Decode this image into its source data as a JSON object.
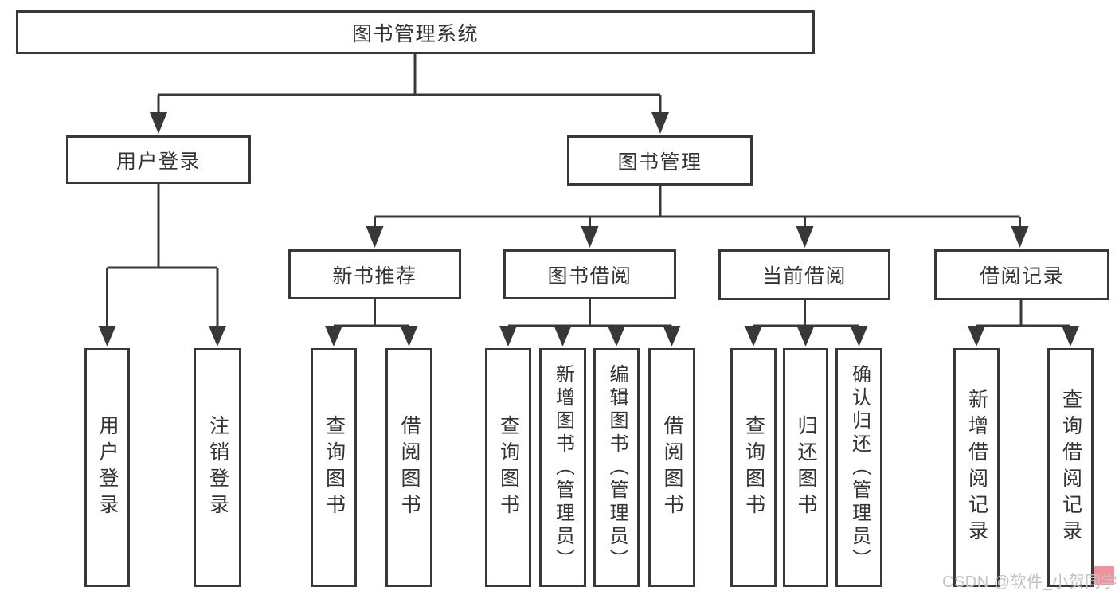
{
  "diagram": {
    "type": "functional-structure-tree",
    "root_label": "图书管理系统",
    "branches": [
      {
        "label": "用户登录",
        "leaves": [
          "用户登录",
          "注销登录"
        ]
      },
      {
        "label": "图书管理",
        "groups": [
          {
            "label": "新书推荐",
            "leaves": [
              "查询图书",
              "借阅图书"
            ]
          },
          {
            "label": "图书借阅",
            "leaves": [
              "查询图书",
              "新增图书（管理员）",
              "编辑图书（管理员）",
              "借阅图书"
            ]
          },
          {
            "label": "当前借阅",
            "leaves": [
              "查询图书",
              "归还图书",
              "确认归还（管理员）"
            ]
          },
          {
            "label": "借阅记录",
            "leaves": [
              "新增借阅记录",
              "查询借阅记录"
            ]
          }
        ]
      }
    ],
    "colors": {
      "line": "#383838",
      "box_fill": "#ffffff",
      "label_text": "#333333"
    }
  },
  "watermark": {
    "text": "CSDN @软件_小贺同学",
    "text_color": "#c2c2c2",
    "square_color": "#f2919d"
  }
}
